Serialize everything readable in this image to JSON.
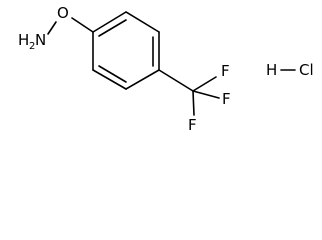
{
  "structure": {
    "atoms": {
      "amine_h": "H",
      "amine_sub": "2",
      "amine_n": "N",
      "oxygen": "O",
      "fluorine_1": "F",
      "fluorine_2": "F",
      "fluorine_3": "F"
    },
    "salt": {
      "hydrogen": "H",
      "chlorine": "Cl"
    }
  },
  "colors": {
    "ink": "#000000",
    "background": "#ffffff"
  }
}
